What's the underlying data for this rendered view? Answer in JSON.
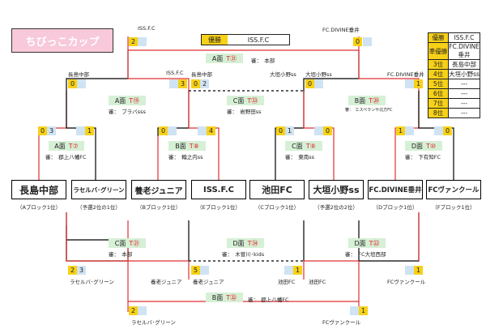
{
  "title": "ちびっこカップ",
  "champion": {
    "label": "優勝",
    "team": "ISS.F.C"
  },
  "rankings": [
    {
      "place": "優勝",
      "team": "ISS.F.C"
    },
    {
      "place": "準優勝",
      "team": "FC.DIVINE垂井"
    },
    {
      "place": "3位",
      "team": "長島中部"
    },
    {
      "place": "4位",
      "team": "大垣小野ss"
    },
    {
      "place": "5位",
      "team": "---"
    },
    {
      "place": "6位",
      "team": "---"
    },
    {
      "place": "7位",
      "team": "---"
    },
    {
      "place": "8位",
      "team": "---"
    }
  ],
  "teams": [
    {
      "name": "長島中部",
      "sub": "（Aブロック1位）"
    },
    {
      "name": "ラセルバ･グリーン",
      "sub": "（予選2位の1位）"
    },
    {
      "name": "養老ジュニア",
      "sub": "（Bブロック1位）"
    },
    {
      "name": "ISS.F.C",
      "sub": "（Eブロック1位）"
    },
    {
      "name": "池田FC",
      "sub": "（Cブロック1位）"
    },
    {
      "name": "大垣小野ss",
      "sub": "（予選2位の2位）"
    },
    {
      "name": "FC.DIVINE垂井",
      "sub": "（Dブロック1位）"
    },
    {
      "name": "FCヴァンクール",
      "sub": "（Fブロック1位）"
    }
  ],
  "labels": {
    "final_left": "ISS.F.C",
    "final_right": "FC.DIVINE垂井",
    "sf_left_left": "長島中部",
    "sf_left_right": "ISS.F.C",
    "sf_right_left": "大垣小野ss",
    "sf_right_right": "FC.DIVINE垂井",
    "r3_left": "長島中部",
    "r3_right": "大垣小野ss",
    "l1_left": "ラセルバ･グリーン",
    "l1_right": "養老ジュニア",
    "l2_left": "養老ジュニア",
    "l2_right": "池田FC",
    "l3_left": "池田FC",
    "l3_right": "FCヴァンクール",
    "b_left": "ラセルバ･グリーン",
    "b_right": "FCヴァンクール"
  },
  "matches": {
    "final": {
      "court": "A面",
      "tid": "T㉛",
      "ref": "審：　本部"
    },
    "sf_left": {
      "court": "A面",
      "tid": "T⑲",
      "ref": "審：　ブラバsss"
    },
    "r3": {
      "court": "C面",
      "tid": "T㉝",
      "ref": "審：　岩野田ss"
    },
    "sf_right": {
      "court": "B面",
      "tid": "T⑳",
      "ref": "審：　エスペランサ北方FC"
    },
    "qf1": {
      "court": "A面",
      "tid": "T⑦",
      "ref": "審：　郡上八幡FC"
    },
    "qf2": {
      "court": "B面",
      "tid": "T⑧",
      "ref": "審：　輪之内ss"
    },
    "qf3": {
      "court": "C面",
      "tid": "T⑨",
      "ref": "審：　東南ss"
    },
    "qf4": {
      "court": "D面",
      "tid": "T⑩",
      "ref": "審：　下有知FC"
    },
    "l1": {
      "court": "C面",
      "tid": "T㉑",
      "ref": "審：　本部"
    },
    "l2": {
      "court": "D面",
      "tid": "T㉞",
      "ref": "審：　木曽川･kids"
    },
    "l3": {
      "court": "D面",
      "tid": "T㉒",
      "ref": "審：　FC大垣西部"
    },
    "b": {
      "court": "B面",
      "tid": "T㉜",
      "ref": "審：　郡上八幡FC"
    }
  },
  "scores": {
    "final_l": "2",
    "final_r": "0",
    "sf_l_l": "0",
    "sf_l_r": "3",
    "r3_l": "0",
    "r3_r": "2",
    "sf_r_l": "0",
    "sf_r_r": "1",
    "qf1_l": "0",
    "qf1_l2": "3",
    "qf1_r": "1",
    "qf2_l": "0",
    "qf2_r": "4",
    "qf3_l": "0",
    "qf3_l2": "1",
    "qf3_r": "0",
    "qf4_l": "1",
    "qf4_r": "0",
    "l1_l": "2",
    "l1_l2": "3",
    "l2_l": "5",
    "l2_r": "1",
    "l3_r": "1",
    "b_l": "2",
    "b_r": "1"
  }
}
